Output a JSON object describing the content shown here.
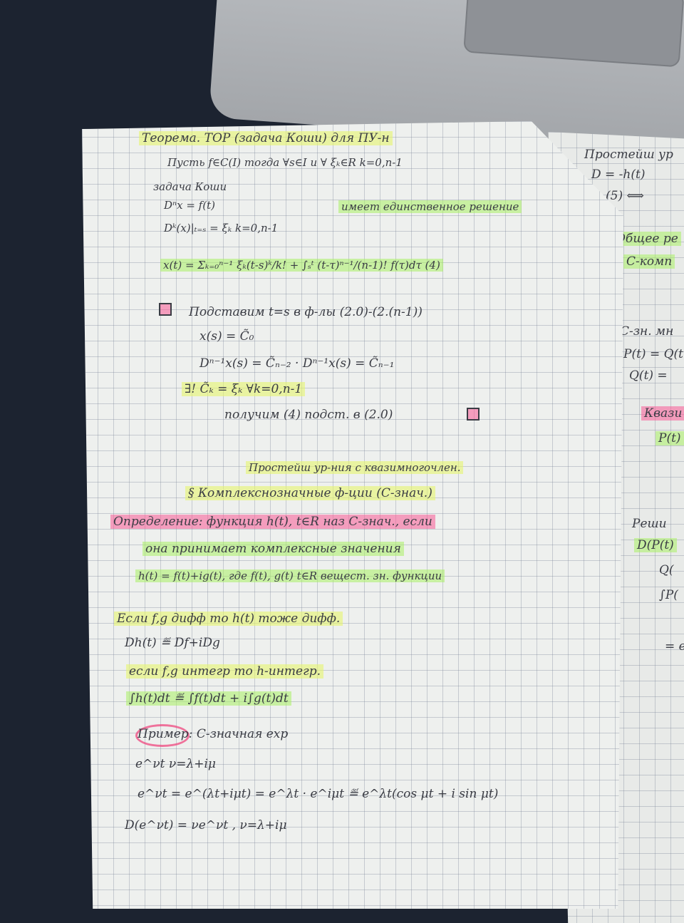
{
  "lines": {
    "l1": "Теорема. ТОР (задача Коши) для ПУ-н",
    "l2": "Пусть f∈C(I) тогда ∀s∈I и ∀ ξₖ∈R  k=0,n-1",
    "l3": "задача Коши",
    "l4": "Dⁿx = f(t)",
    "l5": "имеет единственное решение",
    "l6": "Dᵏ(x)|ₜ₌ₛ = ξₖ      k=0,n-1",
    "l7": "x(t) = Σₖ₌₀ⁿ⁻¹ ξₖ(t-s)ᵏ/k! + ∫ₛᵗ (t-τ)ⁿ⁻¹/(n-1)! f(τ)dτ    (4)",
    "l8": "Подставим t=s в ф-лы (2.0)-(2.(n-1))",
    "l9": "x(s) = C̃₀",
    "l10": "Dⁿ⁻¹x(s) = C̃ₙ₋₂ · Dⁿ⁻¹x(s) = C̃ₙ₋₁",
    "l11": "∃! C̃ₖ = ξₖ   ∀k=0,n-1",
    "l12": "получим (4) подст. в (2.0)",
    "l13": "Простейш ур-ния с квазимногочлен.",
    "l14": "§ Комплекснозначные ф-ции (C-знач.)",
    "l15": "Определение: функция h(t), t∈R  наз  C-знач., если",
    "l16": "она принимает комплексные значения",
    "l17": "h(t) = f(t)+ig(t), где f(t), g(t)  t∈R  вещест. зн. функции",
    "l18": "Если f,g дифф то h(t) тоже дифф.",
    "l19": "Dh(t) ≝ Df+iDg",
    "l20": "если f,g интегр то h-интегр.",
    "l21": "∫h(t)dt ≝ ∫f(t)dt + i∫g(t)dt",
    "l22": "Пример: C-значная exp",
    "l23": "e^νt      ν=λ+iμ",
    "l24": "e^νt = e^(λt+iμt) = e^λt · e^iμt ≝ e^λt(cos μt + i sin μt)",
    "l25": "D(e^νt) = νe^νt   , ν=λ+iμ"
  },
  "right": {
    "r1": "Простейш ур",
    "r2": "D = -h(t)",
    "r3": "(5) ⟺",
    "r4": "Общее ре",
    "r5": "C-комп",
    "r6": "C-зн. мн",
    "r7": "P(t) = Q(t",
    "r8": "Q(t) =",
    "r9": "Квази",
    "r10": "P(t)",
    "r11": "Реши",
    "r12": "D(P(t)",
    "r13": "Q(",
    "r14": "∫P(",
    "r15": "= e"
  }
}
